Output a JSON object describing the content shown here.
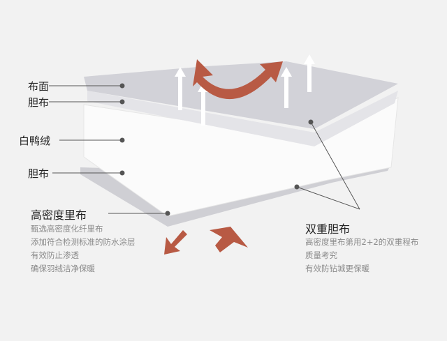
{
  "labels": {
    "outer_fabric": "布面",
    "inner_lining_top": "胆布",
    "down": "白鸭绒",
    "inner_lining_bottom": "胆布"
  },
  "left_block": {
    "title": "高密度里布",
    "lines": [
      "甄选高密度化纤里布",
      "添加符合检测标准的防水涂层",
      "有效防止渗透",
      "确保羽绒洁净保暖"
    ]
  },
  "right_block": {
    "title": "双重胆布",
    "lines": [
      "高密度里布第用2+2的双重程布",
      "质量考究",
      "有效防钻城更保暖"
    ]
  },
  "colors": {
    "arrow": "#b85a44",
    "layer": "#d6d6da",
    "down": "#fafafa"
  }
}
